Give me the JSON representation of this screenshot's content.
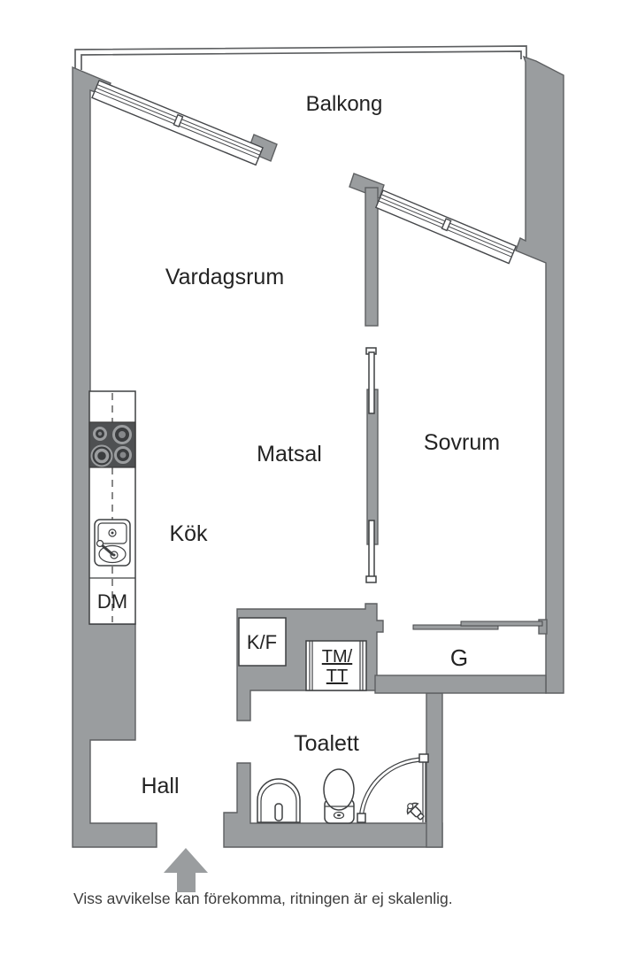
{
  "rooms": {
    "balcony": "Balkong",
    "living_room": "Vardagsrum",
    "dining_room": "Matsal",
    "bedroom": "Sovrum",
    "kitchen": "Kök",
    "hall": "Hall",
    "toilet": "Toalett"
  },
  "appliances": {
    "dishwasher": "DM",
    "fridge_freezer": "K/F",
    "washer_line1": "TM/",
    "washer_line2": "TT",
    "wardrobe": "G"
  },
  "disclaimer": "Viss avvikelse kan förekomma, ritningen är ej skalenlig.",
  "colors": {
    "wall": "#9a9d9f",
    "wall_outline": "#5d5f61",
    "fixture_line": "#3e4042",
    "stove": "#4e5052",
    "text": "#232323",
    "disclaimer_text": "#3c3c3c",
    "background": "#ffffff"
  }
}
